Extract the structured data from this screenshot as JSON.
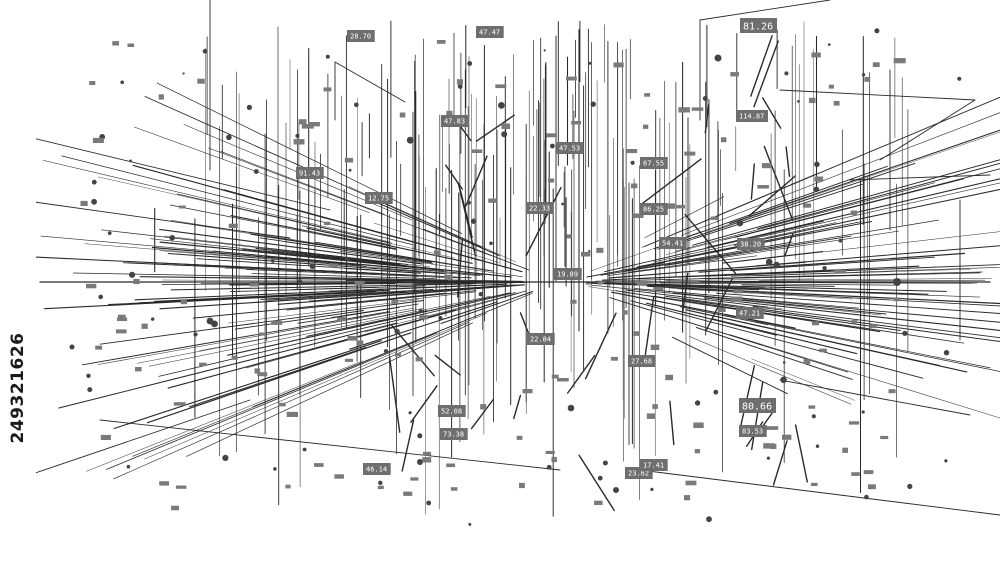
{
  "image": {
    "description_free": true,
    "colors": {
      "background": "#ffffff",
      "line": "#2a2a2a",
      "tag": "#6e6e6e",
      "tag_text": "#ffffff"
    }
  },
  "watermark": {
    "id_text": "249321626"
  },
  "tags": [
    {
      "label": "81.26",
      "big": true
    },
    {
      "label": "47.47",
      "big": false
    },
    {
      "label": "28.70",
      "big": false
    },
    {
      "label": "47.83",
      "big": false
    },
    {
      "label": "47.53",
      "big": false
    },
    {
      "label": "114.87",
      "big": false
    },
    {
      "label": "91.43",
      "big": false
    },
    {
      "label": "67.55",
      "big": false
    },
    {
      "label": "12.75",
      "big": false
    },
    {
      "label": "22.33",
      "big": false
    },
    {
      "label": "86.25",
      "big": false
    },
    {
      "label": "54.41",
      "big": false
    },
    {
      "label": "38.20",
      "big": false
    },
    {
      "label": "19.89",
      "big": false
    },
    {
      "label": "47.21",
      "big": false
    },
    {
      "label": "22.84",
      "big": false
    },
    {
      "label": "27.68",
      "big": false
    },
    {
      "label": "80.66",
      "big": true
    },
    {
      "label": "52.08",
      "big": false
    },
    {
      "label": "73.38",
      "big": false
    },
    {
      "label": "46.14",
      "big": false
    },
    {
      "label": "23.62",
      "big": false
    },
    {
      "label": "17.41",
      "big": false
    },
    {
      "label": "83.53",
      "big": false
    }
  ]
}
